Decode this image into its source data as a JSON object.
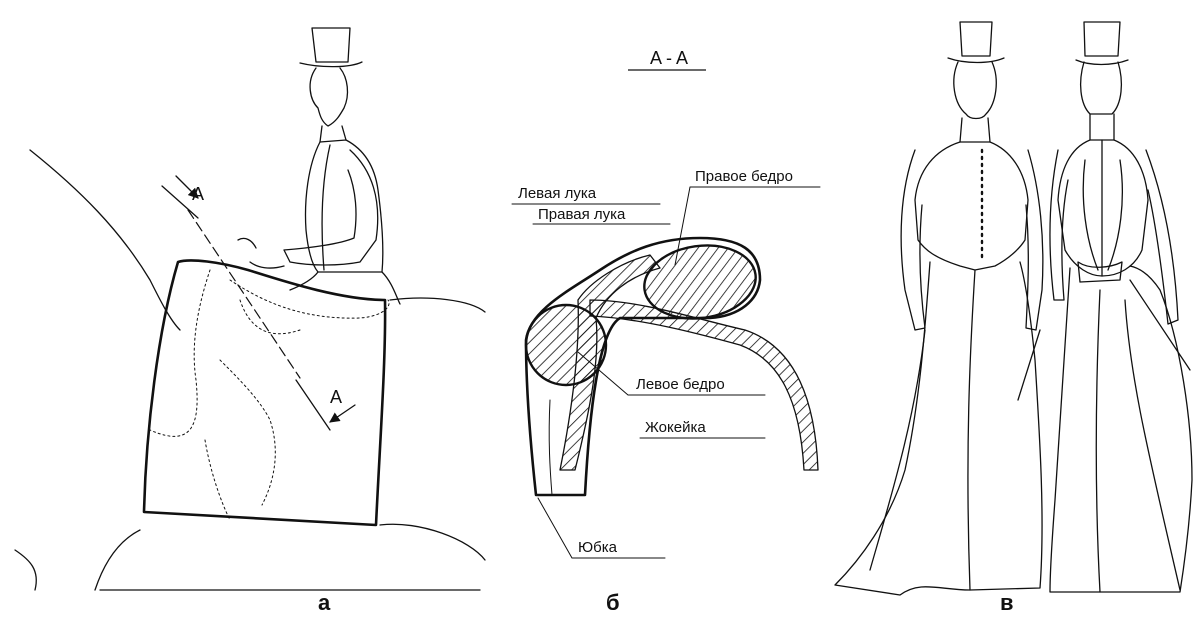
{
  "panels": {
    "a": {
      "caption": "а",
      "section_marker_top": "A",
      "section_marker_bottom": "A"
    },
    "b": {
      "caption": "б",
      "section_title": "A - A",
      "labels": {
        "left_pommel": "Левая лука",
        "right_pommel": "Правая лука",
        "right_thigh": "Правое бедро",
        "left_thigh": "Левое бедро",
        "jockey": "Жокейка",
        "skirt": "Юбка"
      }
    },
    "c": {
      "caption": "в"
    }
  },
  "colors": {
    "ink": "#111111",
    "background": "#ffffff"
  }
}
